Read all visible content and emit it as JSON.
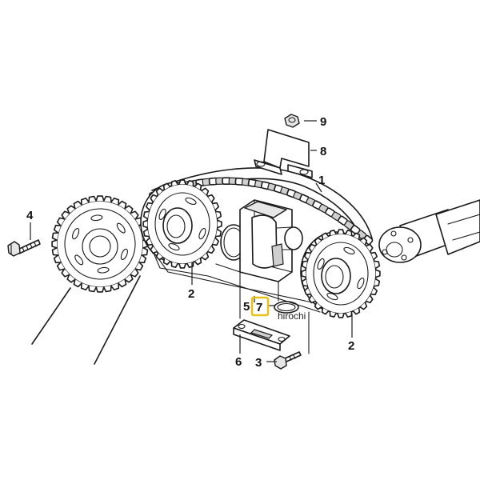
{
  "labels": [
    {
      "id": "1",
      "text": "1"
    },
    {
      "id": "2a",
      "text": "2"
    },
    {
      "id": "2b",
      "text": "2"
    },
    {
      "id": "3",
      "text": "3"
    },
    {
      "id": "4",
      "text": "4"
    },
    {
      "id": "5",
      "text": "5"
    },
    {
      "id": "6",
      "text": "6"
    },
    {
      "id": "7",
      "text": "7"
    },
    {
      "id": "8",
      "text": "8"
    },
    {
      "id": "9",
      "text": "9"
    }
  ],
  "highlight": {
    "label": "7",
    "color": "#e8c21a"
  },
  "watermark": "hirochi"
}
